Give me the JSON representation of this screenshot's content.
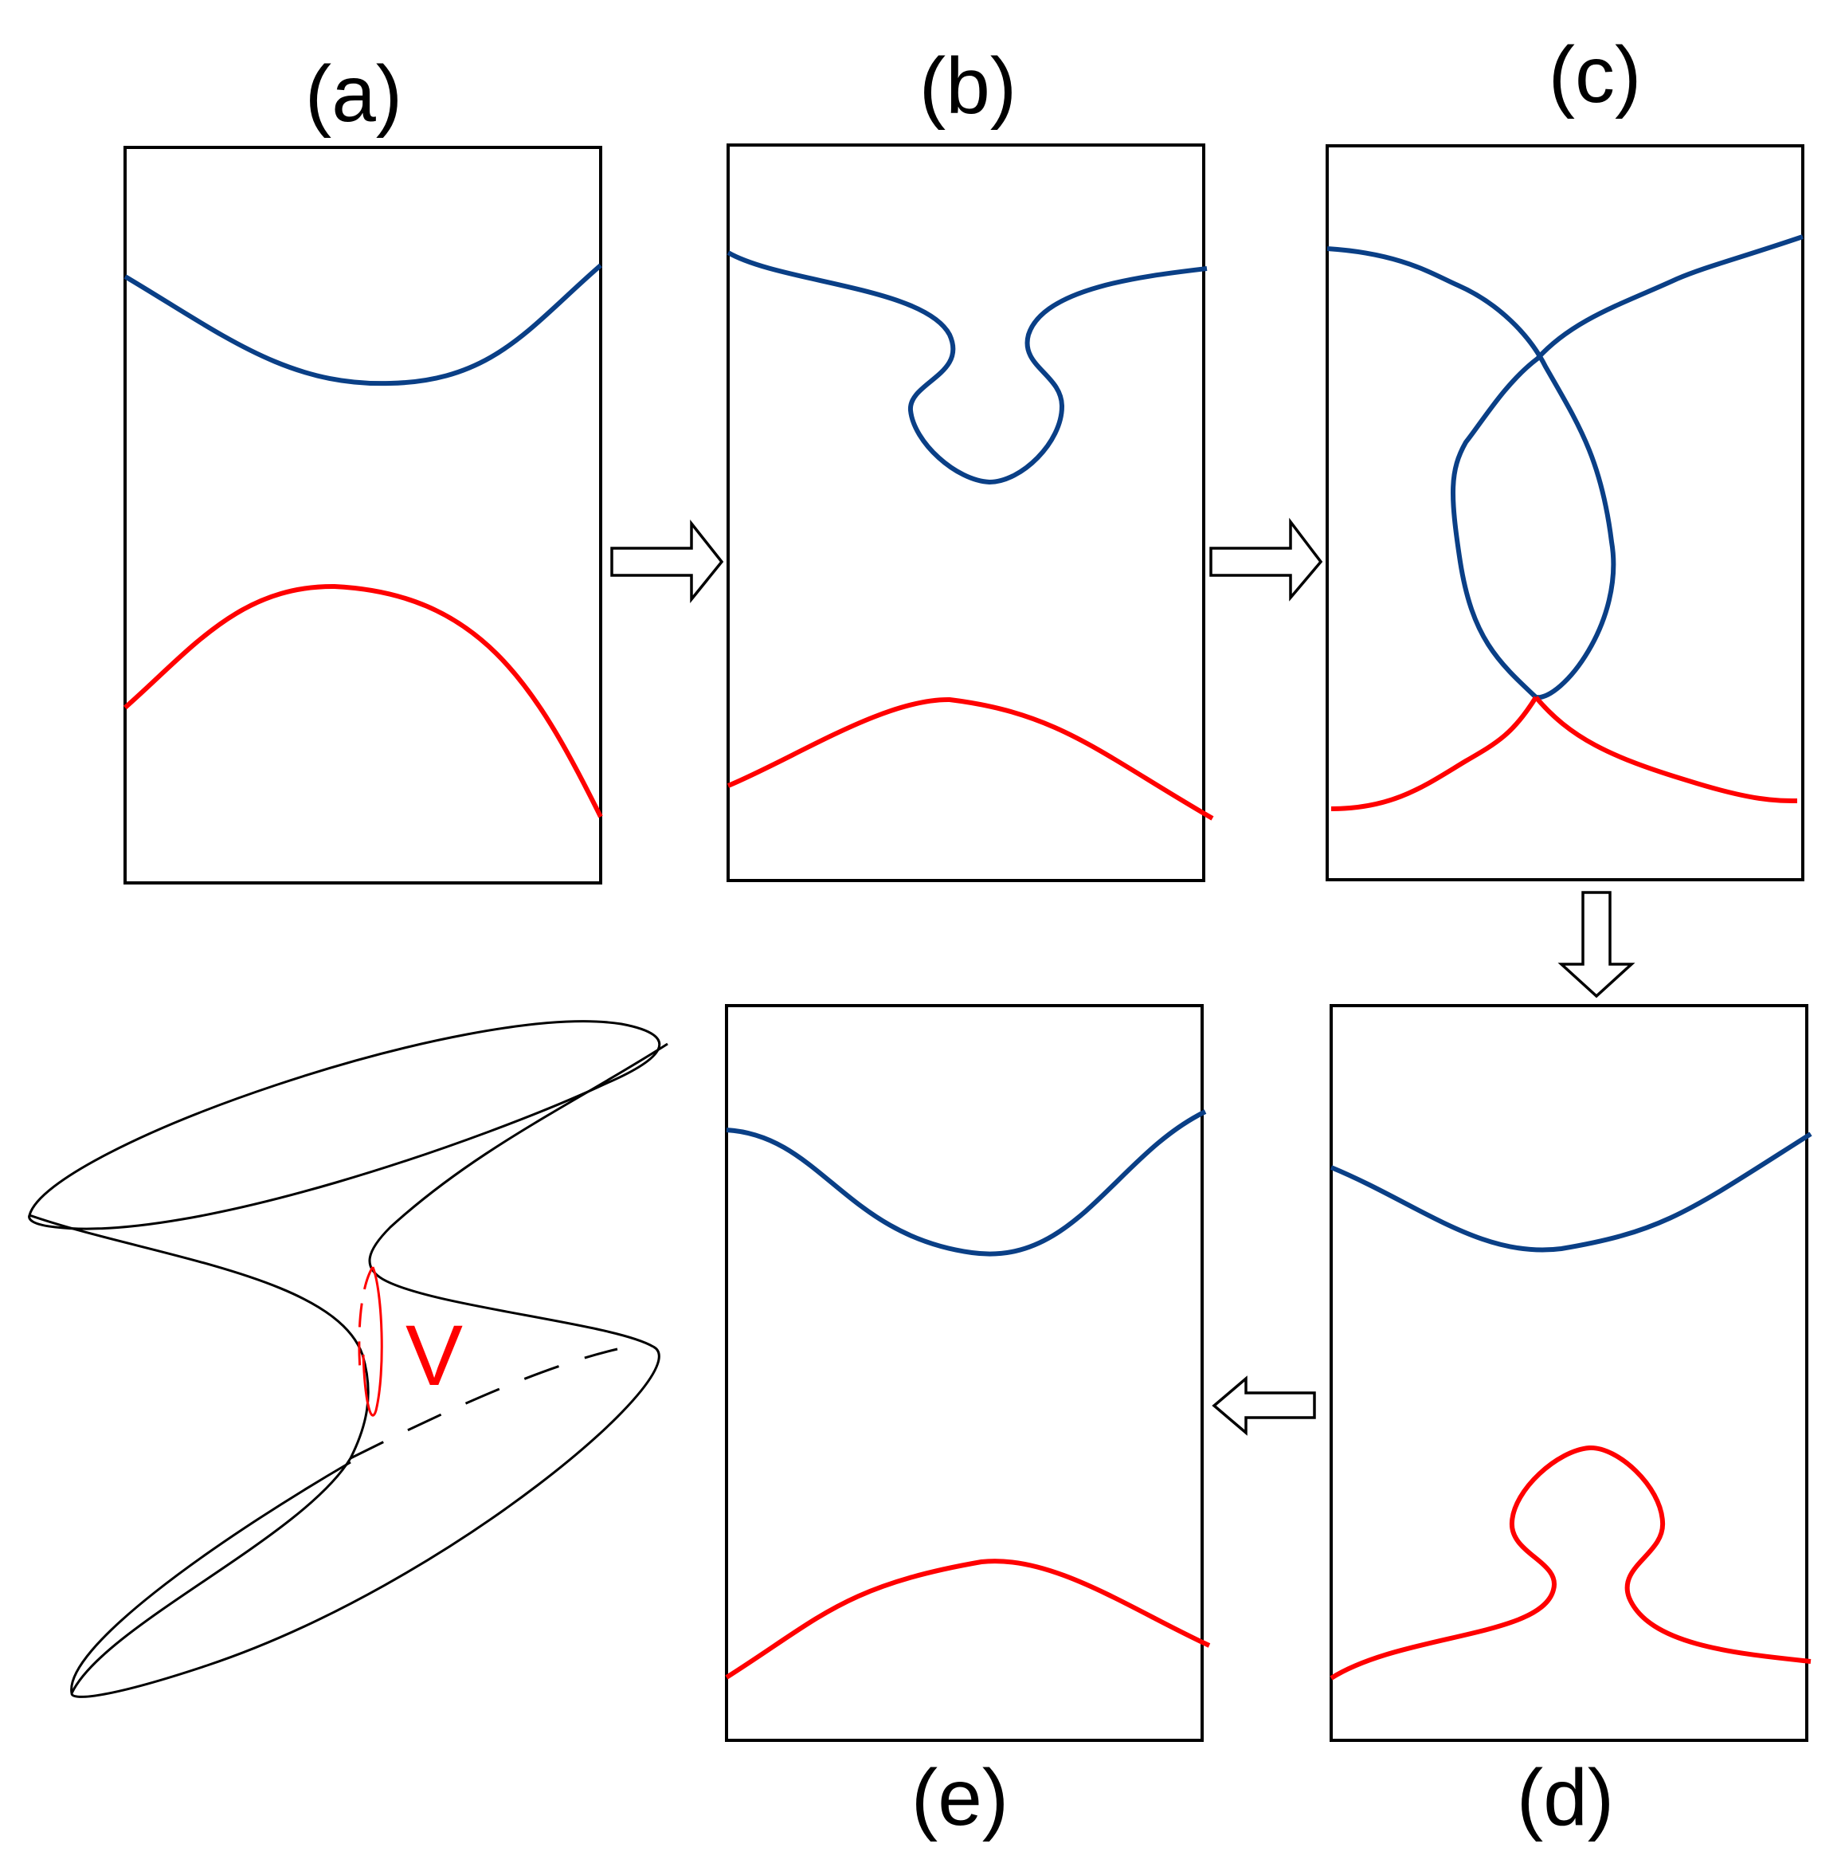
{
  "panels": [
    {
      "id": "a",
      "label": "(a)"
    },
    {
      "id": "b",
      "label": "(b)"
    },
    {
      "id": "c",
      "label": "(c)"
    },
    {
      "id": "d",
      "label": "(d)"
    },
    {
      "id": "e",
      "label": "(e)"
    }
  ],
  "surface": {
    "loop_label": "V"
  },
  "colors": {
    "blue_curve": "#0a3f86",
    "red_curve": "#ff0000",
    "frame": "#000000"
  }
}
